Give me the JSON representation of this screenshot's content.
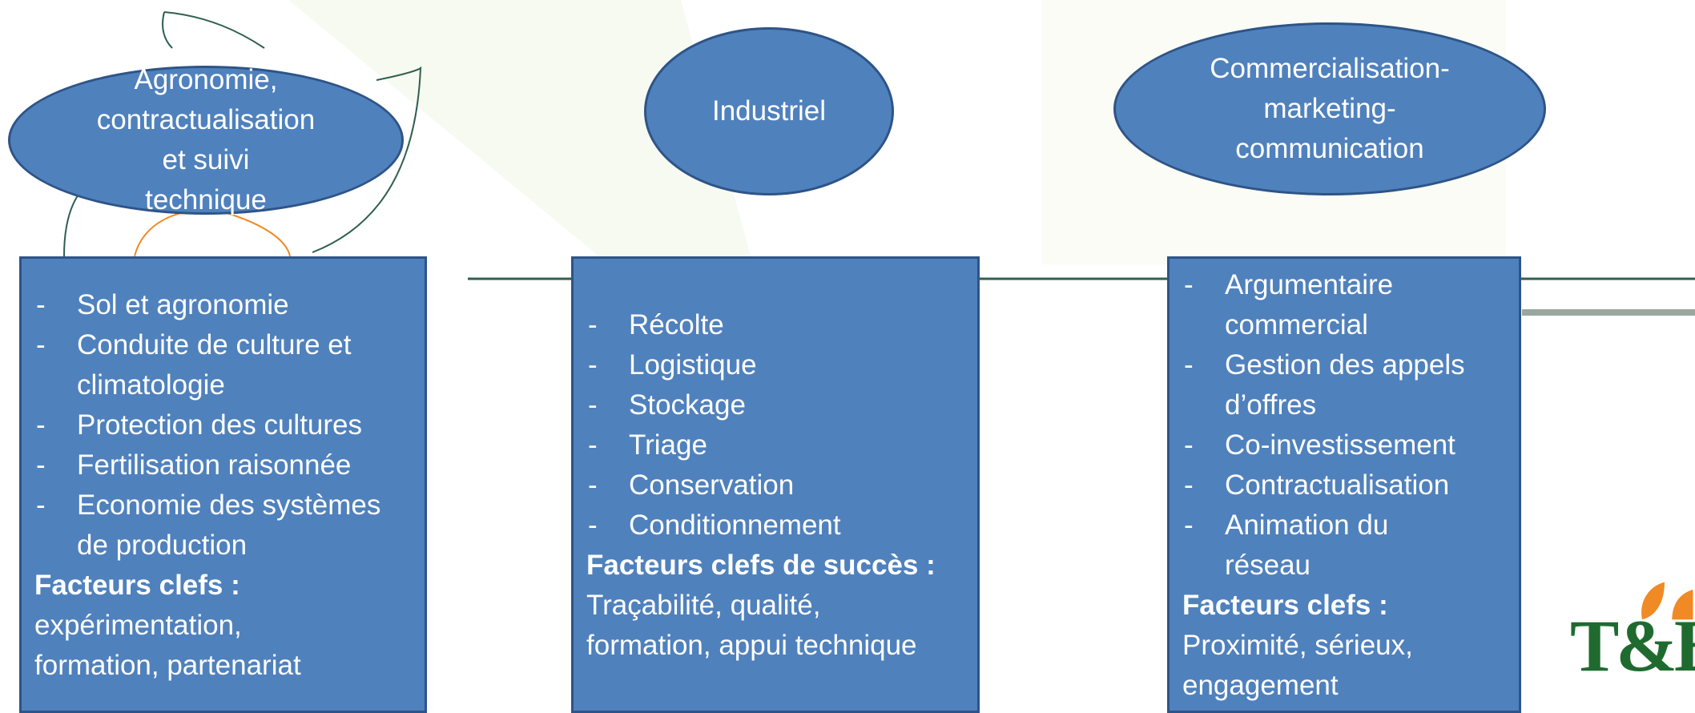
{
  "columns": [
    {
      "header": "Agronomie,\ncontractualisation\net  suivi\ntechnique",
      "items": [
        "Sol et agronomie",
        "Conduite de culture et\nclimatologie",
        "Protection des cultures",
        "Fertilisation raisonnée",
        "Economie des systèmes\nde production"
      ],
      "key_factors_title": "Facteurs clefs :",
      "key_factors_text": "expérimentation,\nformation, partenariat"
    },
    {
      "header": "Industriel",
      "items": [
        "Récolte",
        "Logistique",
        "Stockage",
        "Triage",
        "Conservation",
        "Conditionnement"
      ],
      "key_factors_title": "Facteurs clefs de succès :",
      "key_factors_text": "Traçabilité, qualité,\nformation, appui technique"
    },
    {
      "header": "Commercialisation-\nmarketing-\ncommunication",
      "items": [
        "Argumentaire\ncommercial",
        "Gestion des appels\nd’offres",
        "Co-investissement",
        "Contractualisation",
        "Animation du\nréseau"
      ],
      "key_factors_title": "Facteurs clefs :",
      "key_factors_text": "Proximité, sérieux,\nengagement"
    }
  ],
  "logo": {
    "text": "T&B"
  },
  "colors": {
    "shape_fill": "#4f81bd",
    "shape_border": "#2e5487",
    "line": "#2f5f4f",
    "logo_green": "#1f6b2f",
    "logo_orange": "#f08a24"
  }
}
